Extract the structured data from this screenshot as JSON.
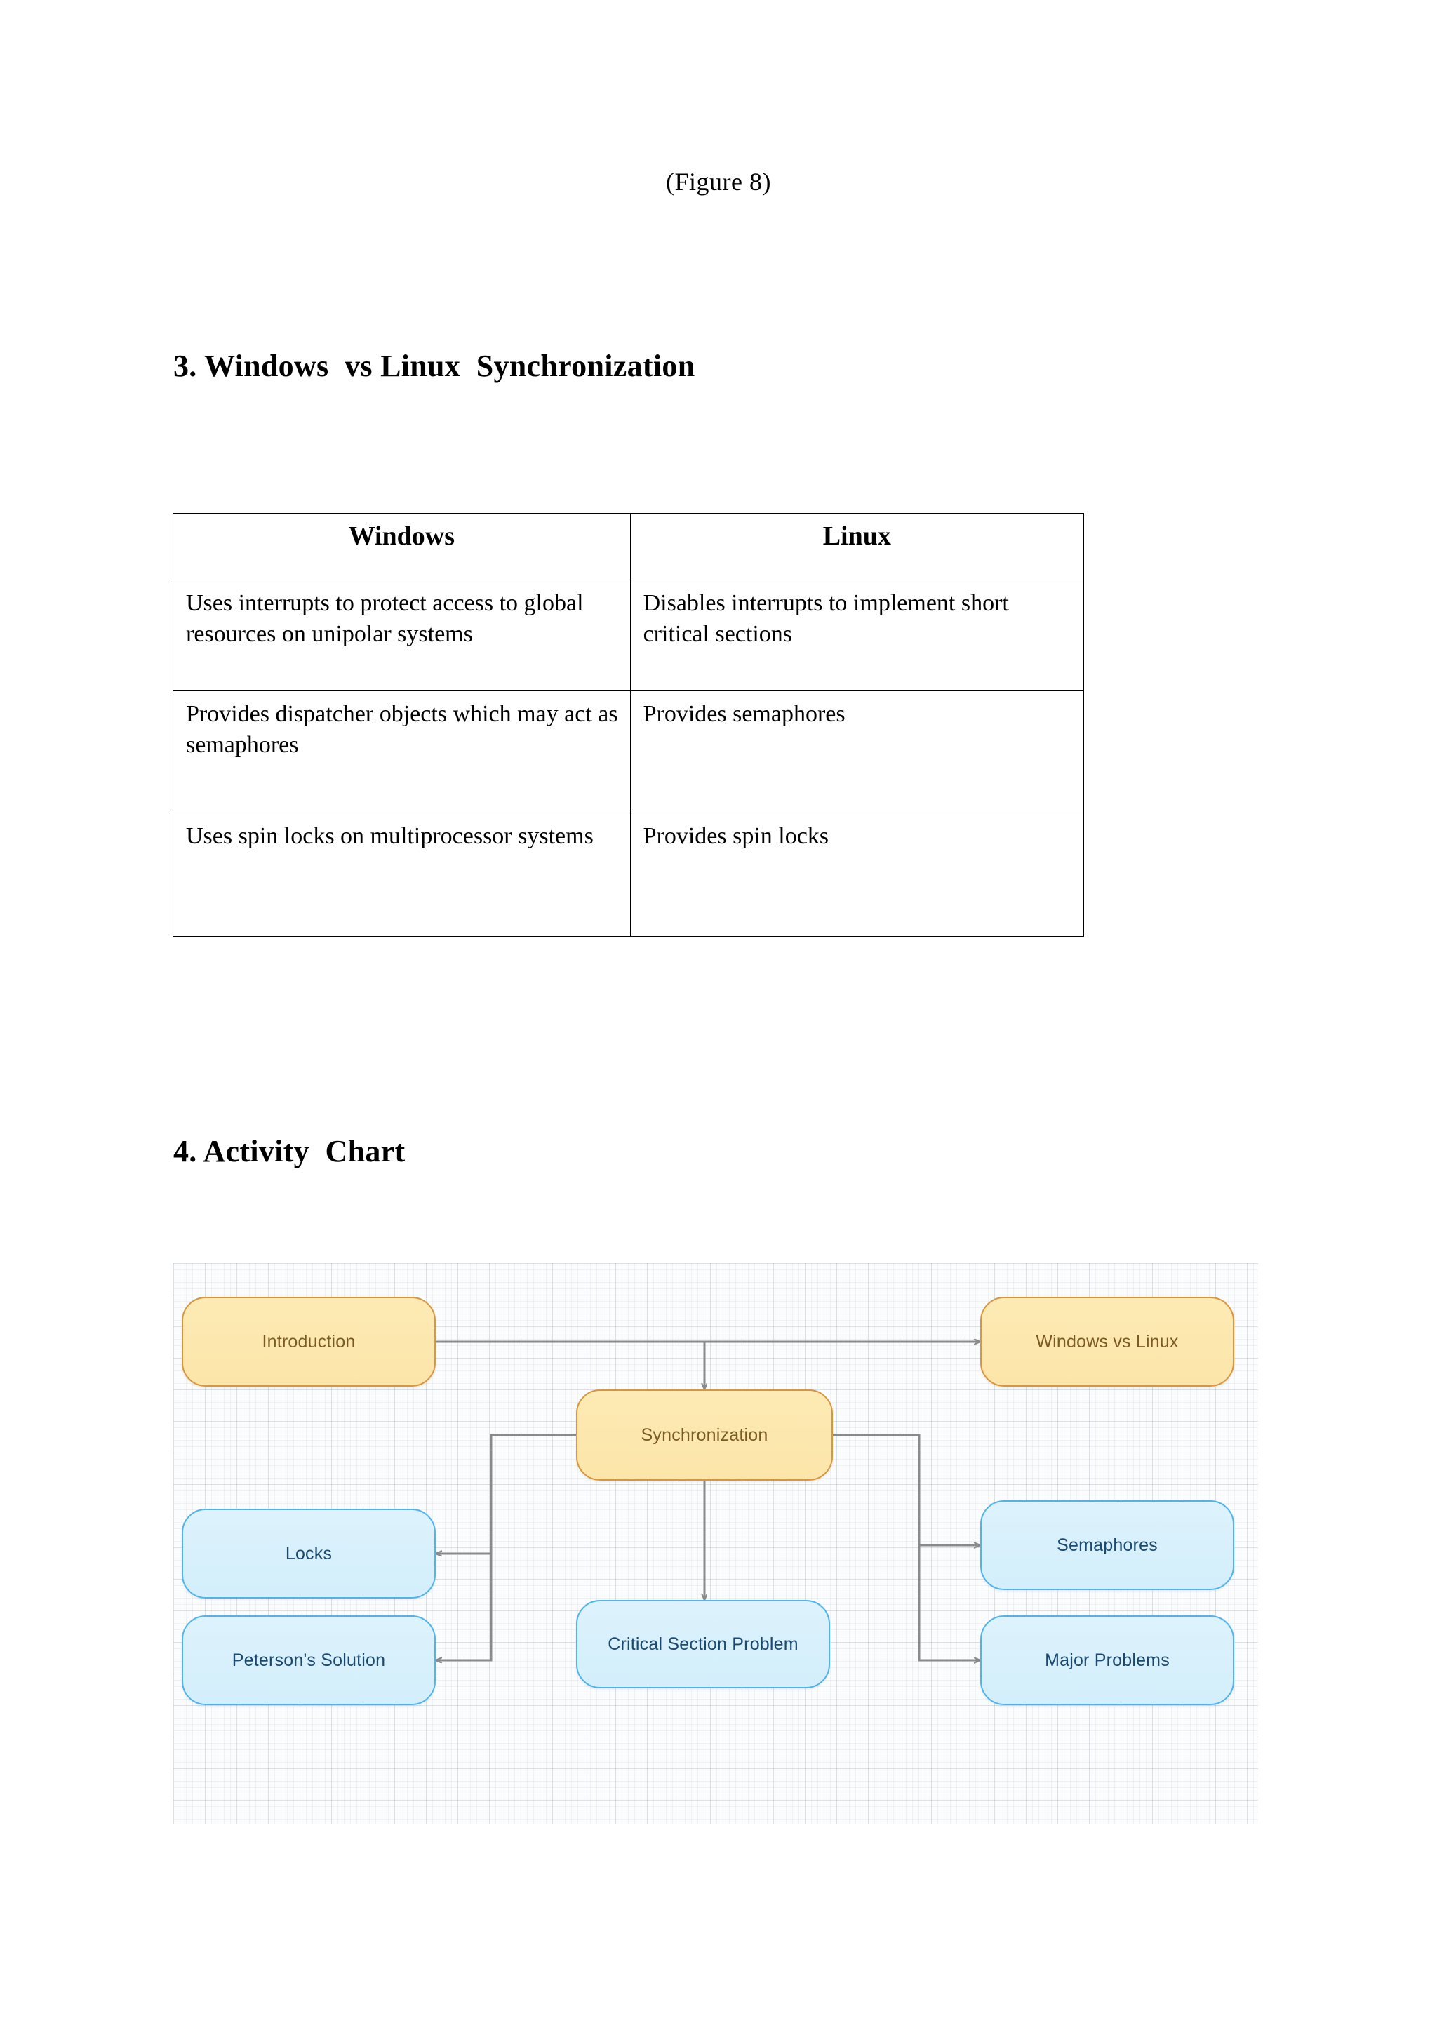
{
  "figure": {
    "caption": "(Figure  8)"
  },
  "sections": {
    "comparison": {
      "heading": "3. Windows  vs Linux  Synchronization"
    },
    "activity": {
      "heading": "4. Activity  Chart"
    }
  },
  "comparison_table": {
    "columns": [
      "Windows",
      "Linux"
    ],
    "rows": [
      {
        "windows": "Uses interrupts to protect access to global resources on unipolar systems",
        "linux": "Disables interrupts to implement short critical sections"
      },
      {
        "windows": "Provides dispatcher objects which may act as semaphores",
        "linux": "Provides semaphores"
      },
      {
        "windows": "Uses spin locks on multiprocessor systems",
        "linux": "Provides spin locks"
      }
    ]
  },
  "activity_chart": {
    "type": "diagram",
    "nodes": [
      {
        "id": "introduction",
        "label": "Introduction",
        "color": "amber"
      },
      {
        "id": "windows-vs-linux",
        "label": "Windows vs Linux",
        "color": "amber"
      },
      {
        "id": "synchronization",
        "label": "Synchronization",
        "color": "amber"
      },
      {
        "id": "locks",
        "label": "Locks",
        "color": "blue"
      },
      {
        "id": "semaphores",
        "label": "Semaphores",
        "color": "blue"
      },
      {
        "id": "critical-section",
        "label": "Critical Section Problem",
        "color": "blue"
      },
      {
        "id": "peterson",
        "label": "Peterson's Solution",
        "color": "blue"
      },
      {
        "id": "major-problems",
        "label": "Major Problems",
        "color": "blue"
      }
    ],
    "edges": [
      {
        "from": "introduction",
        "to": "windows-vs-linux"
      },
      {
        "from": "introduction",
        "to": "synchronization"
      },
      {
        "from": "synchronization",
        "to": "locks"
      },
      {
        "from": "synchronization",
        "to": "peterson"
      },
      {
        "from": "synchronization",
        "to": "semaphores"
      },
      {
        "from": "synchronization",
        "to": "major-problems"
      },
      {
        "from": "synchronization",
        "to": "critical-section"
      }
    ],
    "colors": {
      "amber_fill": "#fce9b0",
      "amber_border": "#d9963f",
      "amber_text": "#7d5a21",
      "blue_fill": "#d9f0fb",
      "blue_border": "#4fb3ef",
      "blue_text": "#1a4a72",
      "connector": "#8a8a8a",
      "background": "#fbfcfd"
    }
  }
}
